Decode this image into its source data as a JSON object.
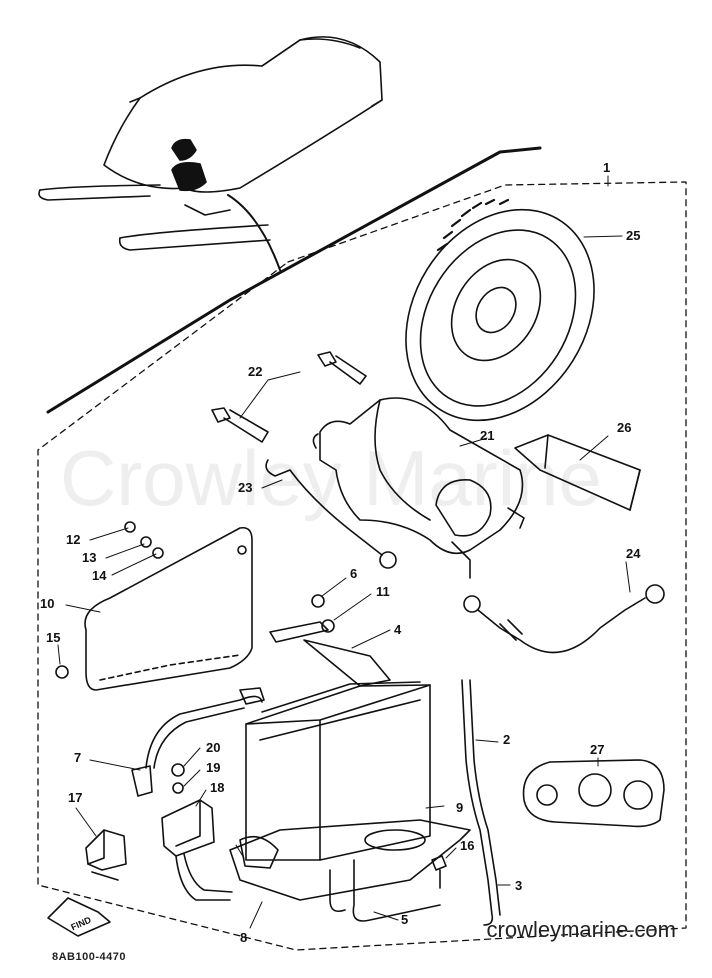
{
  "watermark": "Crowley Marine",
  "site": "crowleymarine.com",
  "drawing_code": "8AB100-4470",
  "find_arrow": "FIND",
  "callouts": [
    {
      "id": "c1",
      "text": "1"
    },
    {
      "id": "c2",
      "text": "2"
    },
    {
      "id": "c3",
      "text": "3"
    },
    {
      "id": "c4",
      "text": "4"
    },
    {
      "id": "c5",
      "text": "5"
    },
    {
      "id": "c6",
      "text": "6"
    },
    {
      "id": "c7",
      "text": "7"
    },
    {
      "id": "c8",
      "text": "8"
    },
    {
      "id": "c9",
      "text": "9"
    },
    {
      "id": "c10",
      "text": "10"
    },
    {
      "id": "c11",
      "text": "11"
    },
    {
      "id": "c12",
      "text": "12"
    },
    {
      "id": "c13",
      "text": "13"
    },
    {
      "id": "c14",
      "text": "14"
    },
    {
      "id": "c15",
      "text": "15"
    },
    {
      "id": "c16",
      "text": "16"
    },
    {
      "id": "c17",
      "text": "17"
    },
    {
      "id": "c18",
      "text": "18"
    },
    {
      "id": "c19",
      "text": "19"
    },
    {
      "id": "c20",
      "text": "20"
    },
    {
      "id": "c21",
      "text": "21"
    },
    {
      "id": "c22",
      "text": "22"
    },
    {
      "id": "c23",
      "text": "23"
    },
    {
      "id": "c24",
      "text": "24"
    },
    {
      "id": "c25",
      "text": "25"
    },
    {
      "id": "c26",
      "text": "26"
    },
    {
      "id": "c27",
      "text": "27"
    }
  ]
}
